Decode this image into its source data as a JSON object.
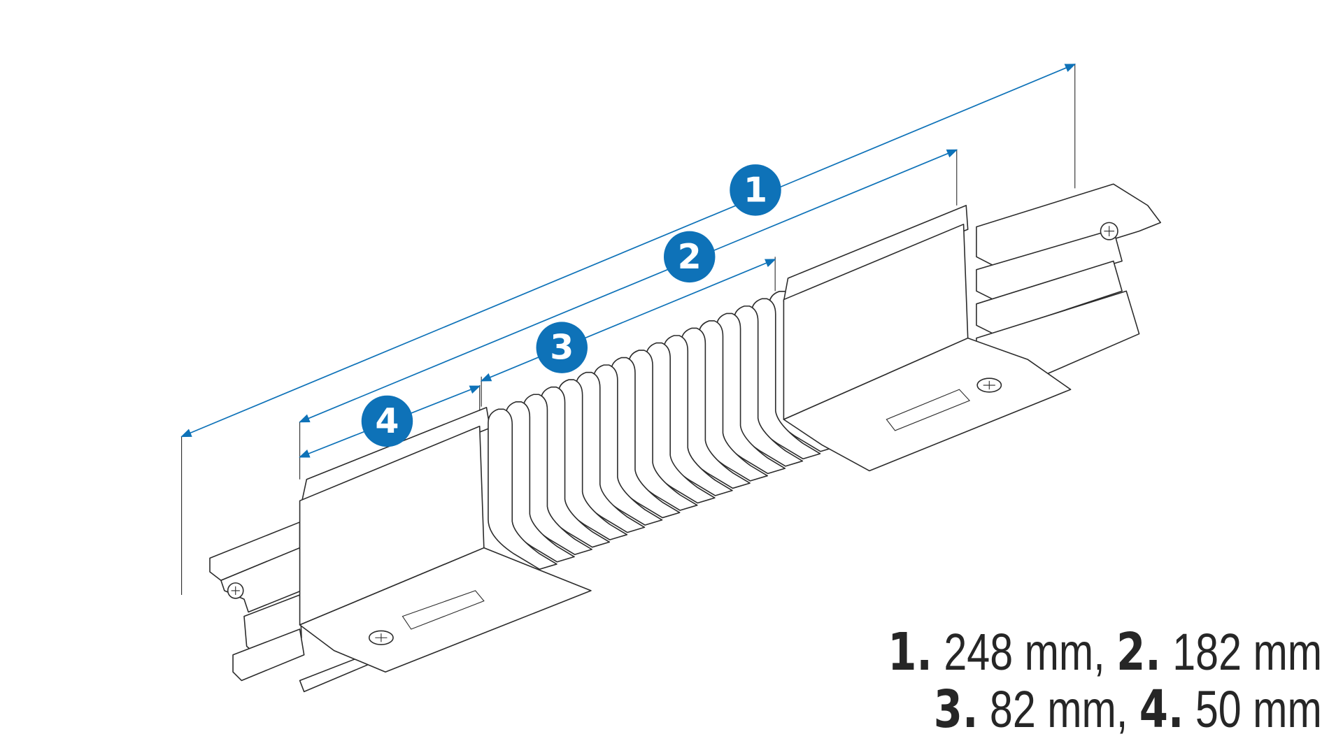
{
  "accent_color": "#0e72b8",
  "badges": [
    "1",
    "2",
    "3",
    "4"
  ],
  "legend": {
    "line1": [
      {
        "num": "1.",
        "value": "248 mm,"
      },
      {
        "num": "2.",
        "value": "182 mm"
      }
    ],
    "line2": [
      {
        "num": "3.",
        "value": "82 mm,"
      },
      {
        "num": "4.",
        "value": "50 mm"
      }
    ]
  }
}
